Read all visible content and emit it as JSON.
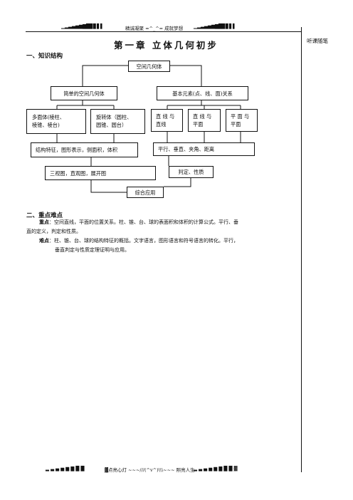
{
  "header": {
    "left_bar": "▁▂▃▄▅▆▇█▉▊▋▌",
    "slogan": "精诚凝聚 =^_^= 成就梦想",
    "right_bar": "▁▂▃▄▅▆▇█▉▊▋▌"
  },
  "side_note": "听课随笔",
  "chapter_title": "第一章 立体几何初步",
  "section1": {
    "heading": "一、知识结构"
  },
  "diagram": {
    "root": "空间几何体",
    "simple_solid": "简单的空间几何体",
    "basic_elements": "基本元素(点、线、面)关系",
    "polyhedron": [
      "多面体(棱柱、",
      "棱锥、棱台)"
    ],
    "rotation_body": [
      "旋转体（圆柱、",
      "圆锥、圆台）"
    ],
    "line_line": [
      "直 线 与",
      "直线"
    ],
    "line_plane": [
      "直 线 与",
      "平面"
    ],
    "plane_plane": [
      "平 面 与",
      "平面"
    ],
    "features": "结构特征，图形表示，侧面积，体积",
    "relations": "平行、垂直、夹角、距离",
    "views": "三视图，直观图，展开图",
    "judge": "判定、性质",
    "combined": "综合应用"
  },
  "section2": {
    "heading": "二、重点难点",
    "key_label": "重点",
    "key_text_1": "：空间直线，平面的位置关系。柱、锥、台、球的表面积和体积的计算公式。平行、垂",
    "key_text_2": "直的定义，判定和性质。",
    "hard_label": "难点",
    "hard_text_1": "：柱、锥、台、球的结构特征的概括。文字语言，图形语言和符号语言的转化。平行，",
    "hard_text_2": "垂直判定与性质定理证明与应用。"
  },
  "footer": {
    "left_bar": "▂ ▃ ▄ ▅ ▆ ▇ █ █",
    "text": "▓点亮心灯 ~~~///(^v^)\\\\\\~~~ 照亮人生",
    "right_bar": "▂ ▃ ▄ ▅ ▆ ▇ █ █ ▓"
  }
}
